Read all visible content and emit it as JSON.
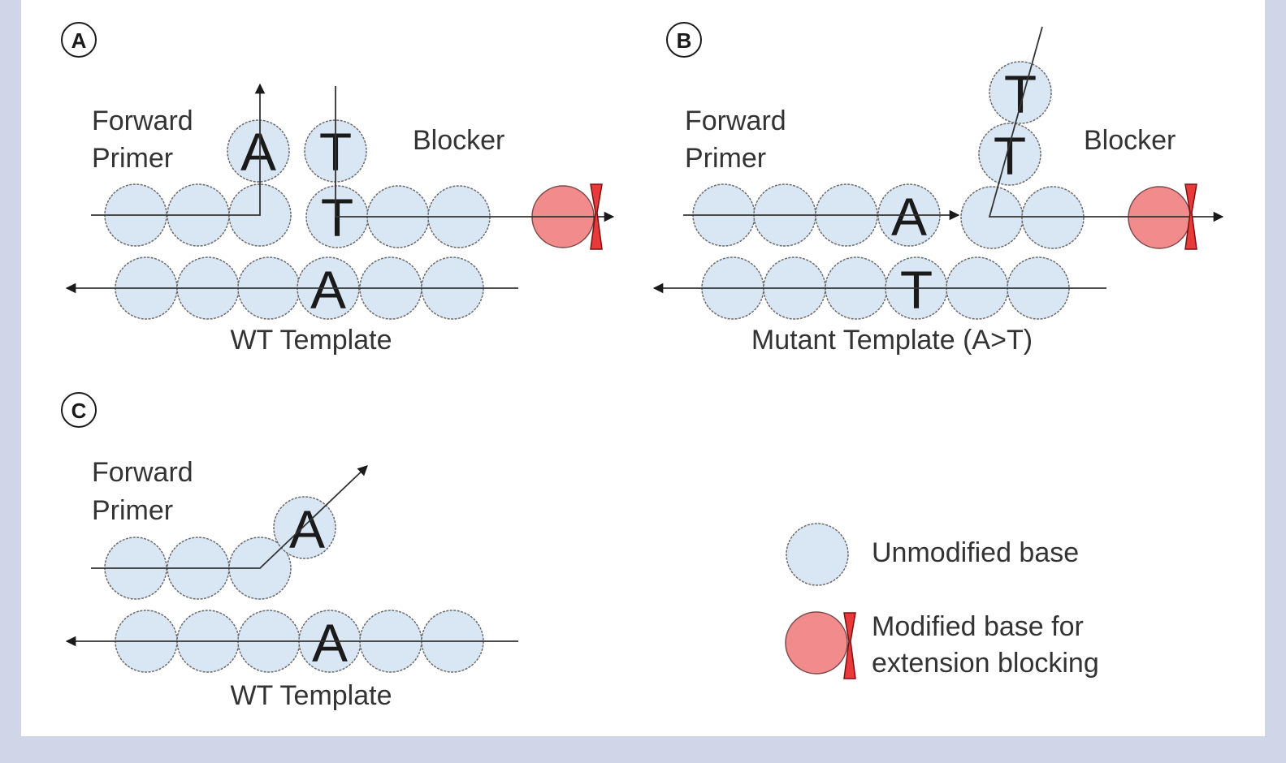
{
  "colors": {
    "background": "#d0d5e8",
    "panel": "#ffffff",
    "unmodified_base": "#d9e6f3",
    "modified_base": "#f28b8b",
    "blocker_cap": "#e83a3a",
    "text": "#333333"
  },
  "panels": {
    "a": {
      "tag": "A",
      "primer_label_1": "Forward",
      "primer_label_2": "Primer",
      "blocker_label": "Blocker",
      "template_label": "WT Template",
      "primer_extension_base": "A",
      "blocker_base_top": "T",
      "blocker_base_bottom": "T",
      "template_base": "A"
    },
    "b": {
      "tag": "B",
      "primer_label_1": "Forward",
      "primer_label_2": "Primer",
      "blocker_label": "Blocker",
      "template_label": "Mutant Template (A>T)",
      "primer_base": "A",
      "blocker_displaced_top": "T",
      "blocker_displaced_bottom": "T",
      "template_base": "T"
    },
    "c": {
      "tag": "C",
      "primer_label_1": "Forward",
      "primer_label_2": "Primer",
      "template_label": "WT Template",
      "primer_mismatch_base": "A",
      "template_base": "A"
    }
  },
  "legend": {
    "unmodified": "Unmodified base",
    "modified_line1": "Modified base for",
    "modified_line2": "extension blocking"
  }
}
